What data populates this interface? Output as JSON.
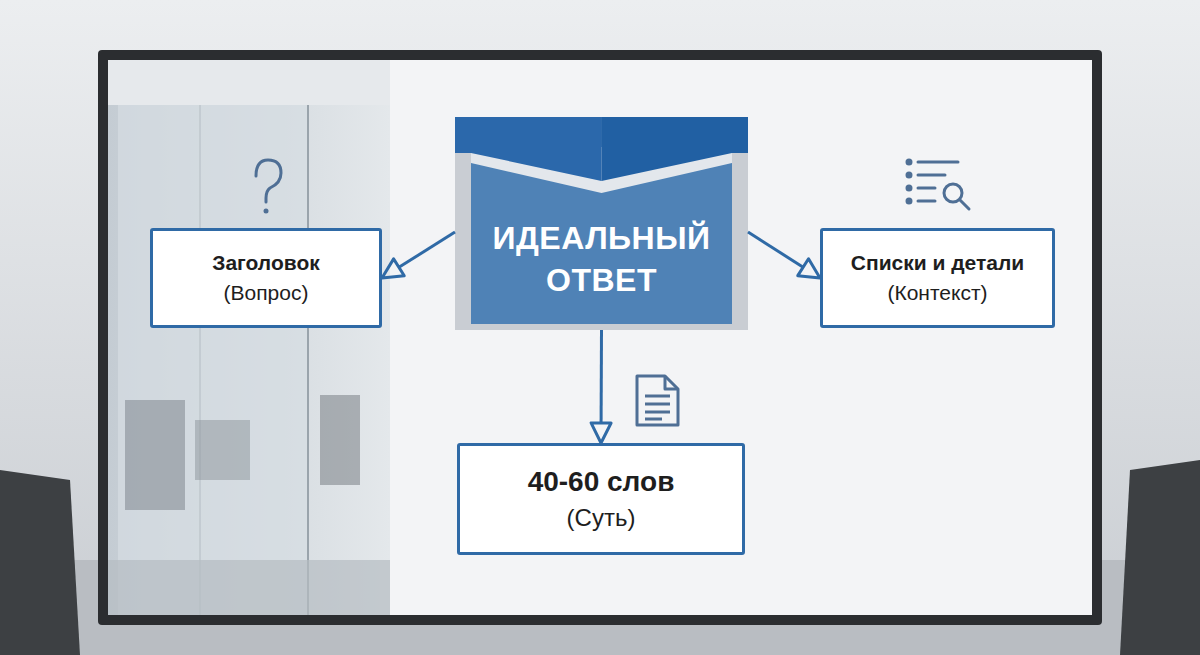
{
  "diagram": {
    "nodes": [
      {
        "text": [
          "ИДЕАЛЬНЫЙ ОТВЕТ"
        ]
      },
      {
        "text": [
          "Заголовок",
          "(Вопрос)"
        ]
      },
      {
        "text": [
          "Списки и детали",
          "(Контекст)"
        ]
      },
      {
        "text": [
          "40-60 слов",
          "(Суть)"
        ]
      }
    ],
    "edges": [
      {
        "from": 0,
        "to": 1,
        "arrow": "to"
      },
      {
        "from": 0,
        "to": 2,
        "arrow": "to"
      },
      {
        "from": 0,
        "to": 3,
        "arrow": "to"
      }
    ]
  }
}
